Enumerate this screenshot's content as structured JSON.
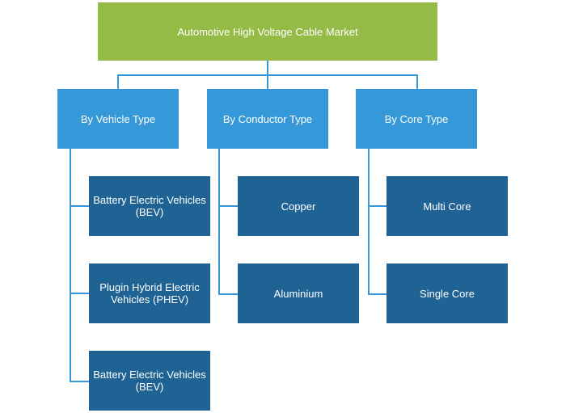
{
  "root": {
    "label": "Automotive High Voltage Cable Market"
  },
  "categories": [
    {
      "label": "By Vehicle Type",
      "items": [
        "Battery Electric Vehicles (BEV)",
        "Plugin Hybrid Electric Vehicles (PHEV)",
        "Battery Electric Vehicles (BEV)"
      ]
    },
    {
      "label": "By Conductor Type",
      "items": [
        "Copper",
        "Aluminium"
      ]
    },
    {
      "label": "By Core Type",
      "items": [
        "Multi Core",
        "Single Core"
      ]
    }
  ],
  "colors": {
    "root": "#93bb45",
    "category": "#3598d8",
    "leaf": "#1f6294",
    "connector": "#3598d8"
  }
}
